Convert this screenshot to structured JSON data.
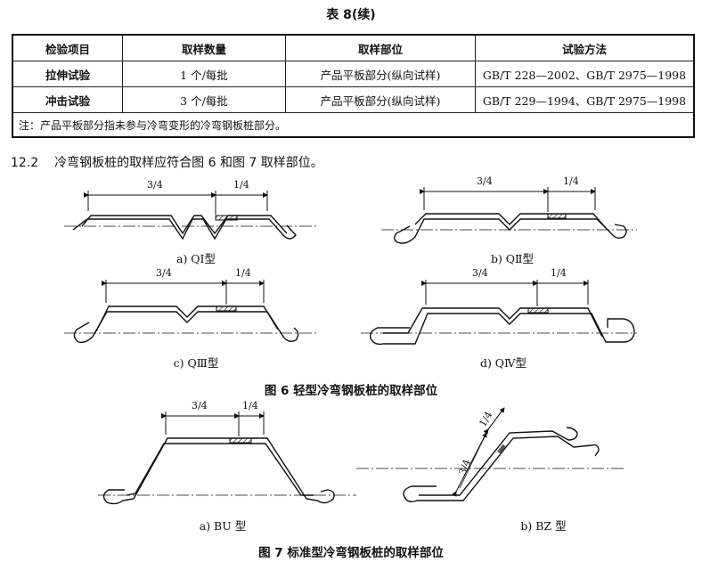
{
  "table_title": "表 8(续)",
  "table": {
    "headers": [
      "检验项目",
      "取样数量",
      "取样部位",
      "试验方法"
    ],
    "rows": [
      [
        "拉伸试验",
        "1 个/每批",
        "产品平板部分(纵向试样)",
        "GB/T 228—2002、GB/T 2975—1998"
      ],
      [
        "冲击试验",
        "3 个/每批",
        "产品平板部分(纵向试样)",
        "GB/T 229—1994、GB/T 2975—1998"
      ]
    ],
    "note": "注：产品平板部分指未参与冷弯变形的冷弯钢板桩部分。"
  },
  "section": {
    "number": "12.2",
    "text": "冷弯钢板桩的取样应符合图 6 和图 7 取样部位。"
  },
  "dims": {
    "three_quarter": "3/4",
    "one_quarter": "1/4"
  },
  "figure6": {
    "captions": [
      "a)  QⅠ型",
      "b)  QⅡ型",
      "c)  QⅢ型",
      "d)  QⅣ型"
    ],
    "title": "图 6   轻型冷弯钢板桩的取样部位"
  },
  "figure7": {
    "captions": [
      "a)  BU 型",
      "b)  BZ 型"
    ],
    "title": "图 7   标准型冷弯钢板桩的取样部位"
  }
}
